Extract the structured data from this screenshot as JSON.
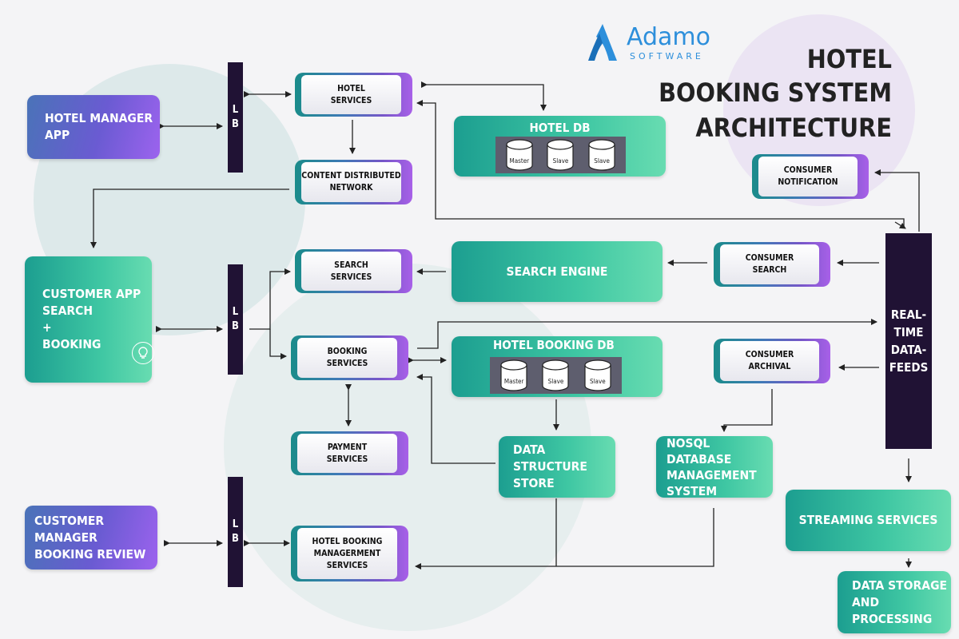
{
  "title": {
    "line1": "HOTEL",
    "line2": "BOOKING SYSTEM",
    "line3": "ARCHITECTURE"
  },
  "logo": {
    "name": "Adamo",
    "sub": "SOFTWARE",
    "brand_color": "#2d8fdb"
  },
  "colors": {
    "purple_start": "#4a73b8",
    "purple_end": "#9c63ee",
    "teal_start": "#1c9e90",
    "teal_end": "#68dcb1",
    "lb_bar": "#201234",
    "arrow": "#222222"
  },
  "clients": {
    "hotel_manager": "HOTEL MANAGER\nAPP",
    "customer_app": "CUSTOMER APP\nSEARCH\n+\nBOOKING",
    "customer_manager": "CUSTOMER MANAGER\nBOOKING REVIEW"
  },
  "load_balancer": {
    "label": [
      "L",
      "B"
    ]
  },
  "services": {
    "hotel": "HOTEL\nSERVICES",
    "cdn": "CONTENT DISTRIBUTED\nNETWORK",
    "search": "SEARCH\nSERVICES",
    "booking": "BOOKING\nSERVICES",
    "payment": "PAYMENT\nSERVICES",
    "hbm": "HOTEL BOOKING\nMANAGERMENT\nSERVICES",
    "consumer_notification": "CONSUMER\nNOTIFICATION",
    "consumer_search": "CONSUMER\nSEARCH",
    "consumer_archival": "CONSUMER\nARCHIVAL"
  },
  "stores": {
    "hotel_db": "HOTEL DB",
    "hotel_booking_db": "HOTEL BOOKING DB",
    "search_engine": "SEARCH ENGINE",
    "data_structure_store": "DATA STRUCTURE\nSTORE",
    "nosql": "NOSQL DATABASE\nMANAGEMENT\nSYSTEM",
    "streaming": "STREAMING SERVICES",
    "data_storage": "DATA STORAGE\nAND PROCESSING"
  },
  "db_nodes": [
    "Master",
    "Slave",
    "Slave"
  ],
  "realtime": {
    "label": "REAL-\nTIME\nDATA-\nFEEDS"
  },
  "icons": {
    "bulb": "lightbulb-icon",
    "db": "database-icon"
  }
}
